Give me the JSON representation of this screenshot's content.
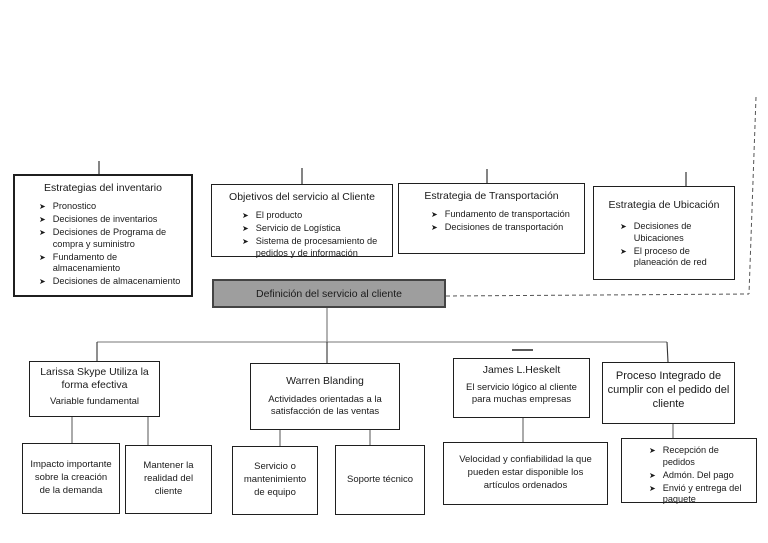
{
  "diagram": {
    "bullet_glyph": "➤",
    "colors": {
      "central_node_bg": "#9e9e9e",
      "central_node_border": "#444444",
      "box_border": "#1f1f1f",
      "wire": "#666666"
    },
    "central_node": {
      "label": "Definición del servicio al cliente"
    },
    "top_boxes": [
      {
        "title": "Estrategias del inventario",
        "items": [
          "Pronostico",
          "Decisiones de inventarios",
          "Decisiones de Programa de compra y suministro",
          "Fundamento de almacenamiento",
          "Decisiones de almacenamiento"
        ]
      },
      {
        "title": "Objetivos del servicio al Cliente",
        "items": [
          "El producto",
          "Servicio de Logística",
          "Sistema de procesamiento de pedidos y de información"
        ]
      },
      {
        "title": "Estrategia de Transportación",
        "items": [
          "Fundamento de transportación",
          "Decisiones de transportación"
        ]
      },
      {
        "title": "Estrategia de Ubicación",
        "items": [
          "Decisiones de Ubicaciones",
          "El proceso de planeación de red"
        ]
      }
    ],
    "middle_boxes": [
      {
        "title": "Larissa Skype Utiliza la forma efectiva",
        "subtitle": "Variable fundamental"
      },
      {
        "title": "Warren Blanding",
        "subtitle": "Actividades orientadas a la satisfacción de las ventas"
      },
      {
        "title": "James L.Heskelt",
        "subtitle": "El servicio lógico al cliente para muchas empresas"
      },
      {
        "title": "Proceso Integrado de cumplir con el pedido del cliente",
        "subtitle": ""
      }
    ],
    "bottom_boxes": [
      {
        "text": "Impacto importante sobre la creación de la demanda"
      },
      {
        "text": "Mantener la realidad del cliente"
      },
      {
        "text": "Servicio o mantenimiento de equipo"
      },
      {
        "text": "Soporte técnico"
      },
      {
        "text": "Velocidad y confiabilidad la que pueden estar disponible los artículos ordenados"
      }
    ],
    "bottom_list": {
      "items": [
        "Recepción de pedidos",
        "Admón. Del pago",
        "Envió y entrega del paquete"
      ]
    }
  }
}
